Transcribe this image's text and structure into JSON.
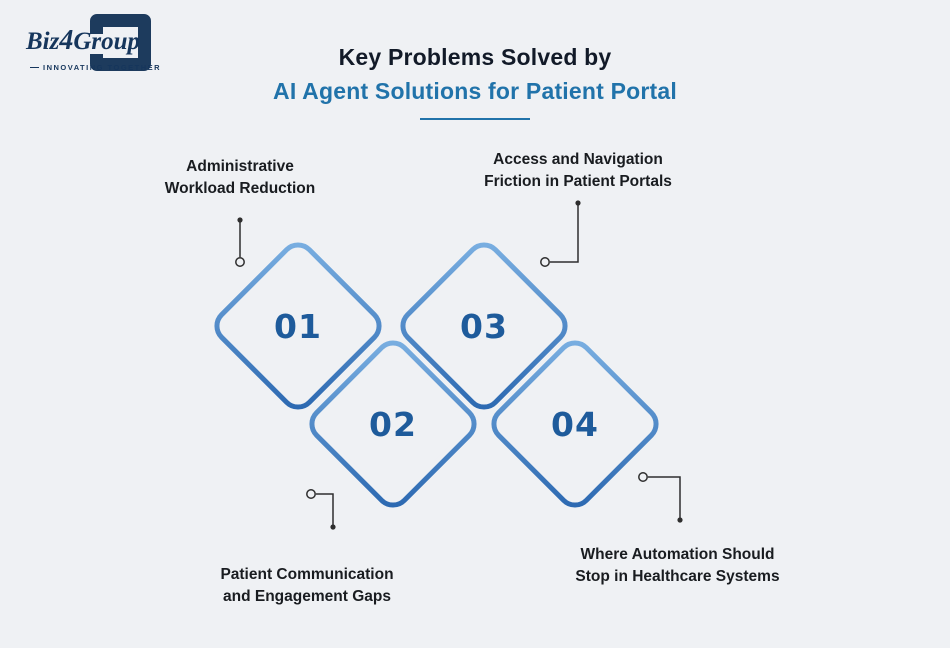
{
  "logo": {
    "brand_part1": "Biz",
    "brand_part2": "4",
    "brand_part3": "Group",
    "tagline": "INNOVATING TOGETHER"
  },
  "header": {
    "title_line1": "Key Problems Solved by",
    "title_line2": "AI Agent Solutions for Patient Portal"
  },
  "diagram": {
    "items": [
      {
        "number": "01",
        "label_line1": "Administrative",
        "label_line2": "Workload Reduction"
      },
      {
        "number": "02",
        "label_line1": "Patient Communication",
        "label_line2": "and Engagement Gaps"
      },
      {
        "number": "03",
        "label_line1": "Access and Navigation",
        "label_line2": "Friction in Patient Portals"
      },
      {
        "number": "04",
        "label_line1": "Where Automation Should",
        "label_line2": "Stop in Healthcare Systems"
      }
    ]
  },
  "colors": {
    "background": "#eff1f4",
    "accent_blue": "#2173aa",
    "number_blue": "#1e5b9b",
    "diamond_gradient_start": "#7bb0e2",
    "diamond_gradient_end": "#2a67b0",
    "title_dark": "#121a28",
    "connector_dark": "#2e2e2e",
    "logo_navy": "#1d3b5d"
  }
}
